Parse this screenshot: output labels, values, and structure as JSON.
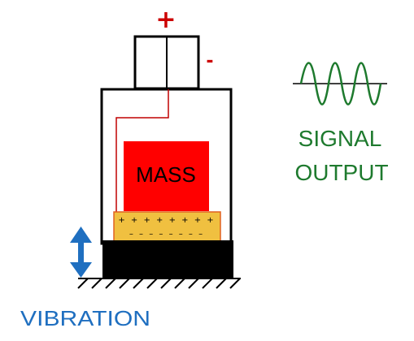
{
  "labels": {
    "positive": "+",
    "negative": "-",
    "mass": "MASS",
    "signal_line1": "SIGNAL",
    "signal_line2": "OUTPUT",
    "vibration": "VIBRATION"
  },
  "crystal_charges": {
    "top": "+ + + + + + + +",
    "bottom": "– – – – – – – –"
  },
  "icons": {
    "signal": "sine-wave-icon",
    "vibration": "double-arrow-icon",
    "ground": "hatched-ground-icon"
  },
  "colors": {
    "mass": "#ff0000",
    "crystal": "#f0c040",
    "crystal_border": "#e06020",
    "signal": "#1e7a2e",
    "vibration": "#1f6fc0",
    "wire": "#c00000",
    "positive": "#cc0000",
    "negative": "#cc0000",
    "base": "#000000"
  }
}
